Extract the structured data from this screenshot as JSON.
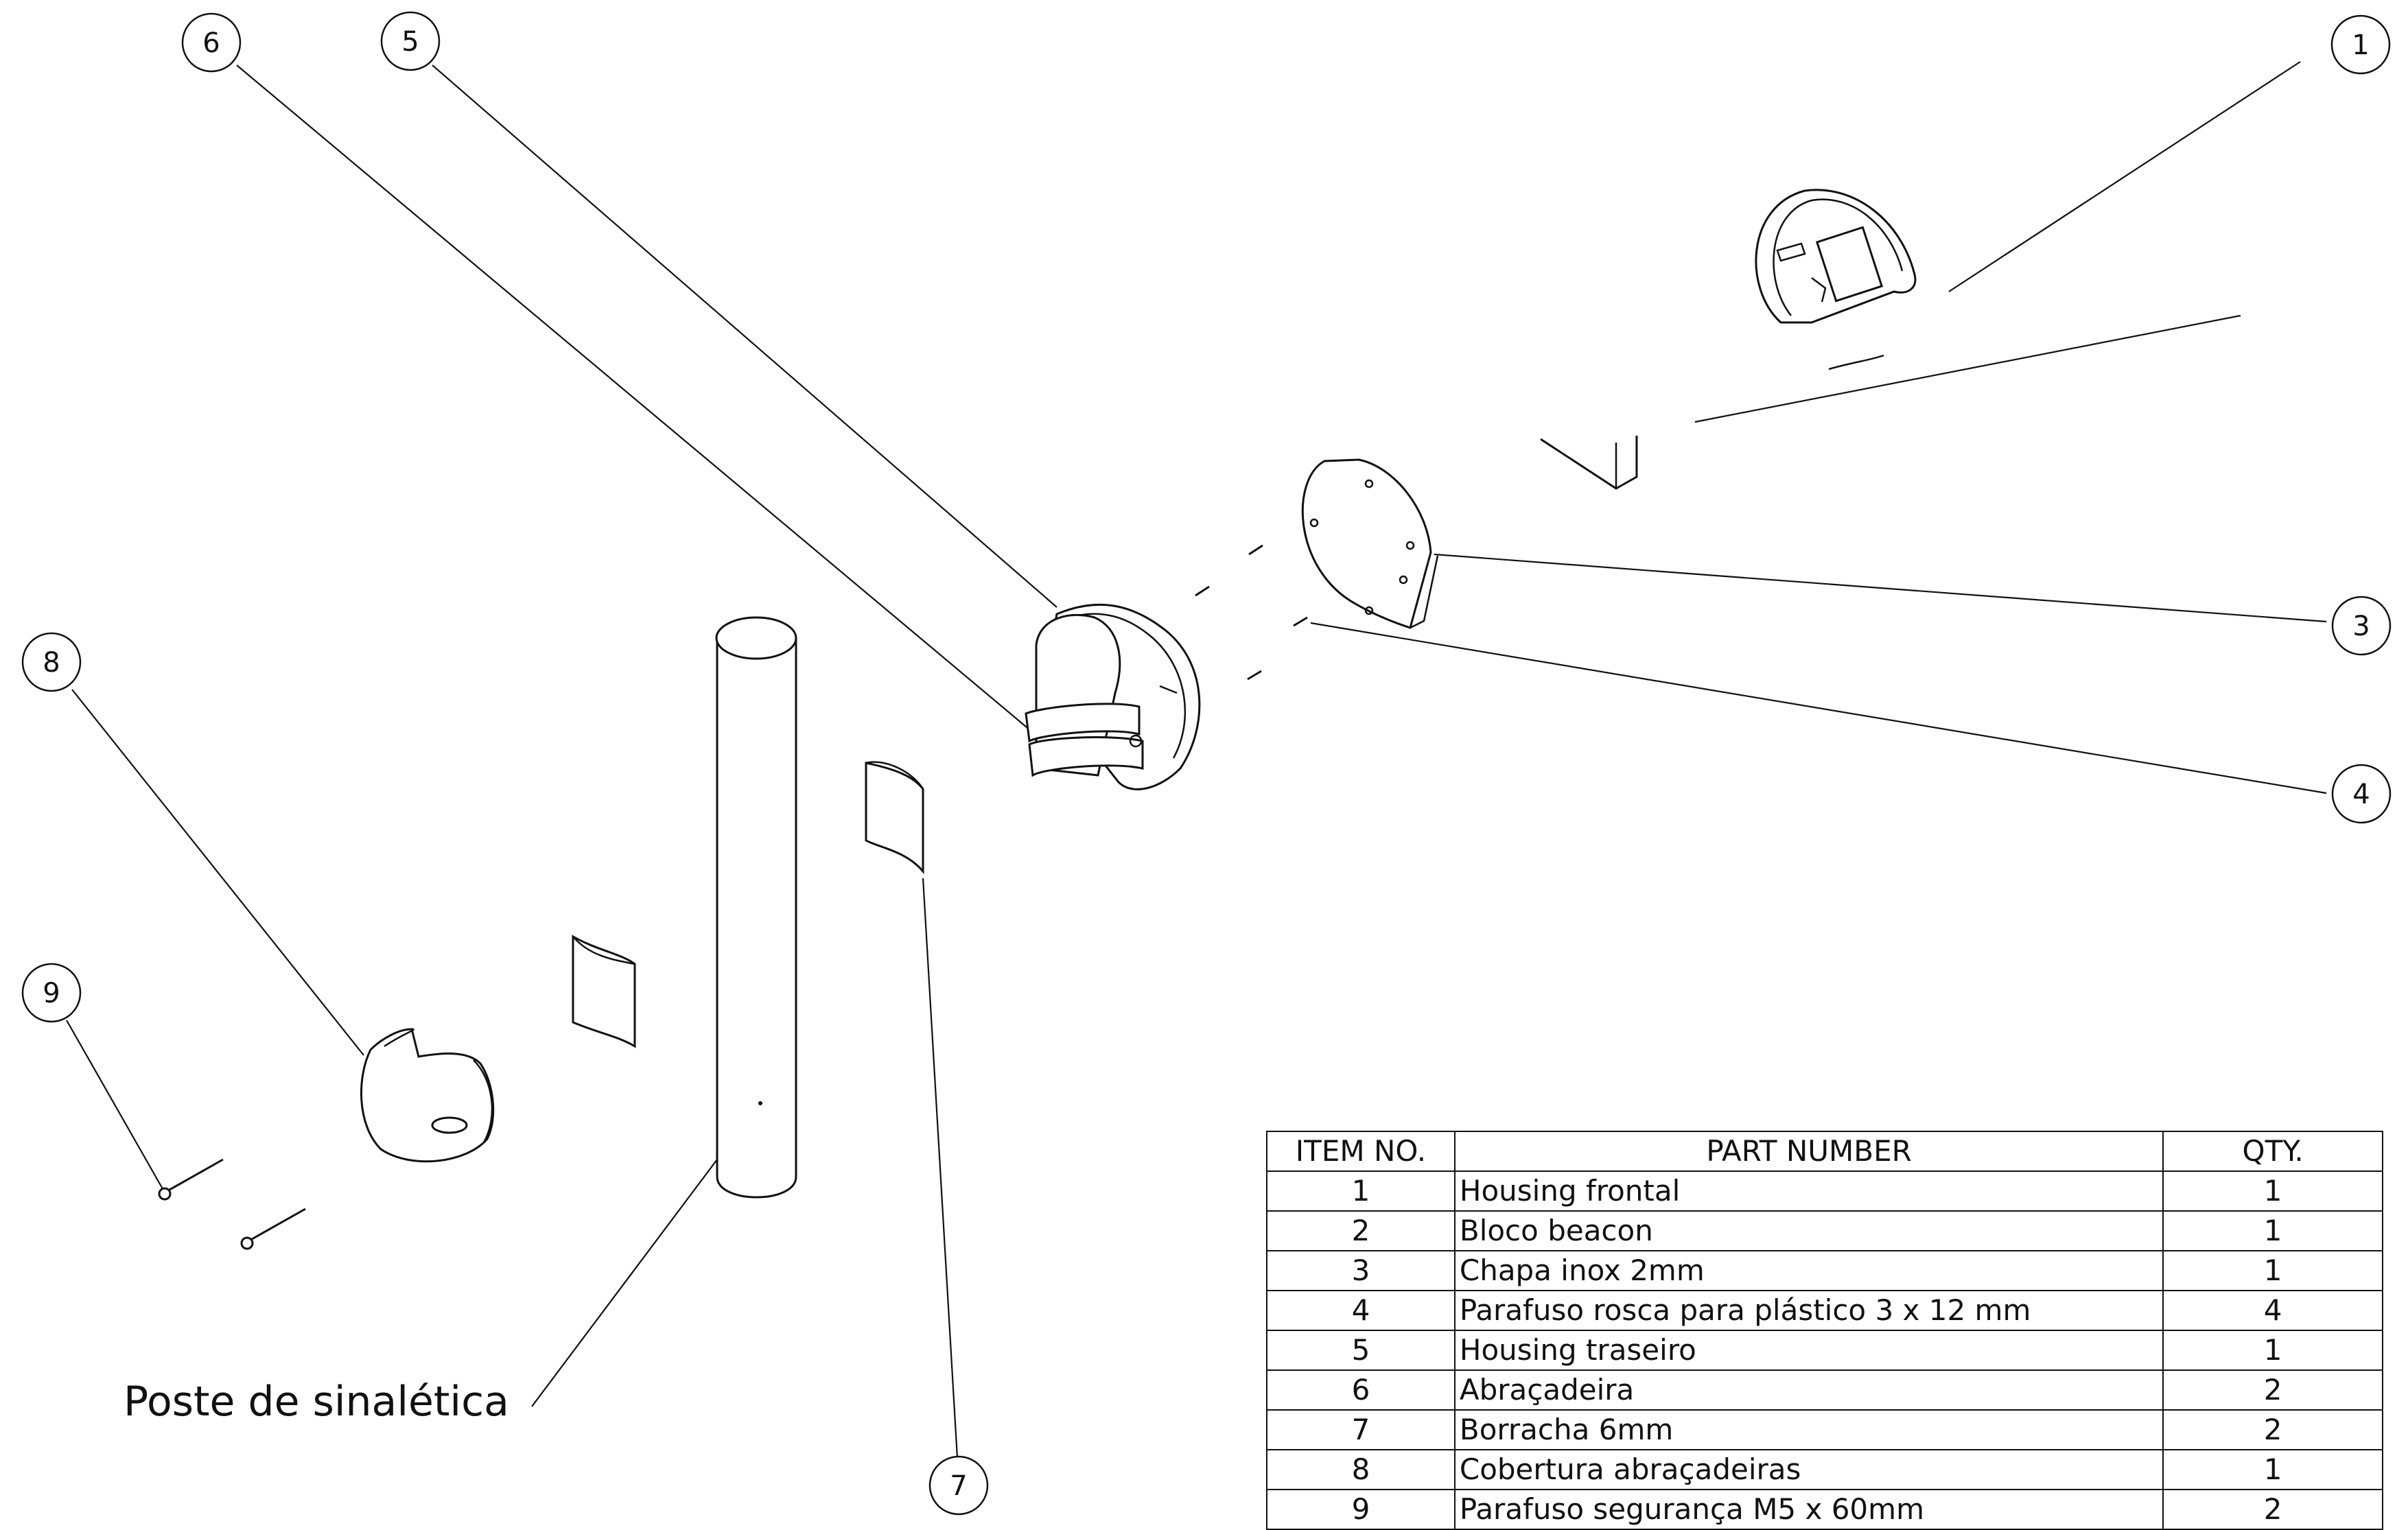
{
  "callouts": [
    {
      "num": "1"
    },
    {
      "num": "3"
    },
    {
      "num": "4"
    },
    {
      "num": "5"
    },
    {
      "num": "6"
    },
    {
      "num": "7"
    },
    {
      "num": "8"
    },
    {
      "num": "9"
    }
  ],
  "poste_label": "Poste de sinalética",
  "bom": {
    "headers": {
      "item": "ITEM NO.",
      "part": "PART NUMBER",
      "qty": "QTY."
    },
    "rows": [
      {
        "item": "1",
        "part": "Housing frontal",
        "qty": "1"
      },
      {
        "item": "2",
        "part": "Bloco beacon",
        "qty": "1"
      },
      {
        "item": "3",
        "part": "Chapa inox 2mm",
        "qty": "1"
      },
      {
        "item": "4",
        "part": "Parafuso rosca para plástico 3 x 12 mm",
        "qty": "4"
      },
      {
        "item": "5",
        "part": "Housing traseiro",
        "qty": "1"
      },
      {
        "item": "6",
        "part": "Abraçadeira",
        "qty": "2"
      },
      {
        "item": "7",
        "part": "Borracha 6mm",
        "qty": "2"
      },
      {
        "item": "8",
        "part": "Cobertura abraçadeiras",
        "qty": "1"
      },
      {
        "item": "9",
        "part": "Parafuso segurança M5 x 60mm",
        "qty": "2"
      }
    ]
  }
}
